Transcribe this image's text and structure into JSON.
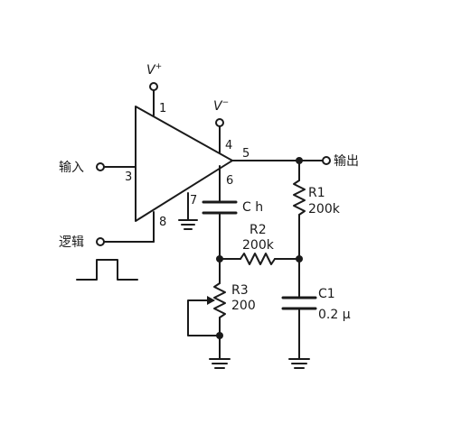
{
  "labels": {
    "vplus": "V",
    "vplus_sup": "+",
    "vminus": "V",
    "vminus_sup": "−",
    "input": "输入",
    "output": "输出",
    "logic": "逻辑"
  },
  "pins": {
    "p1": "1",
    "p3": "3",
    "p4": "4",
    "p5": "5",
    "p6": "6",
    "p7": "7",
    "p8": "8"
  },
  "components": {
    "ch": "C h",
    "r1_name": "R1",
    "r1_value": "200k",
    "r2_name": "R2",
    "r2_value": "200k",
    "r3_name": "R3",
    "r3_value": "200",
    "c1_name": "C1",
    "c1_value": "0.2 μ"
  }
}
